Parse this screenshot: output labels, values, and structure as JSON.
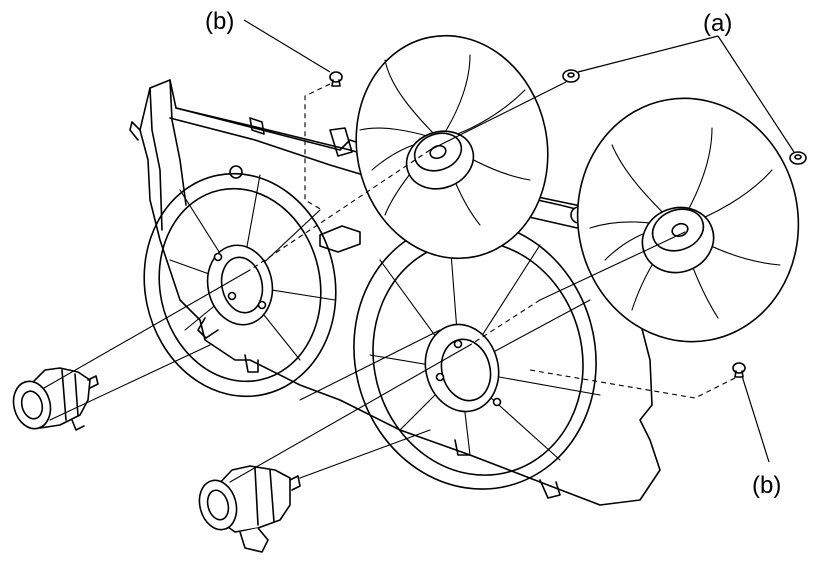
{
  "labels": {
    "b_top_left": "(b)",
    "a_top_right": "(a)",
    "b_bottom_right": "(b)"
  },
  "colors": {
    "stroke": "#000000",
    "background": "#ffffff"
  }
}
